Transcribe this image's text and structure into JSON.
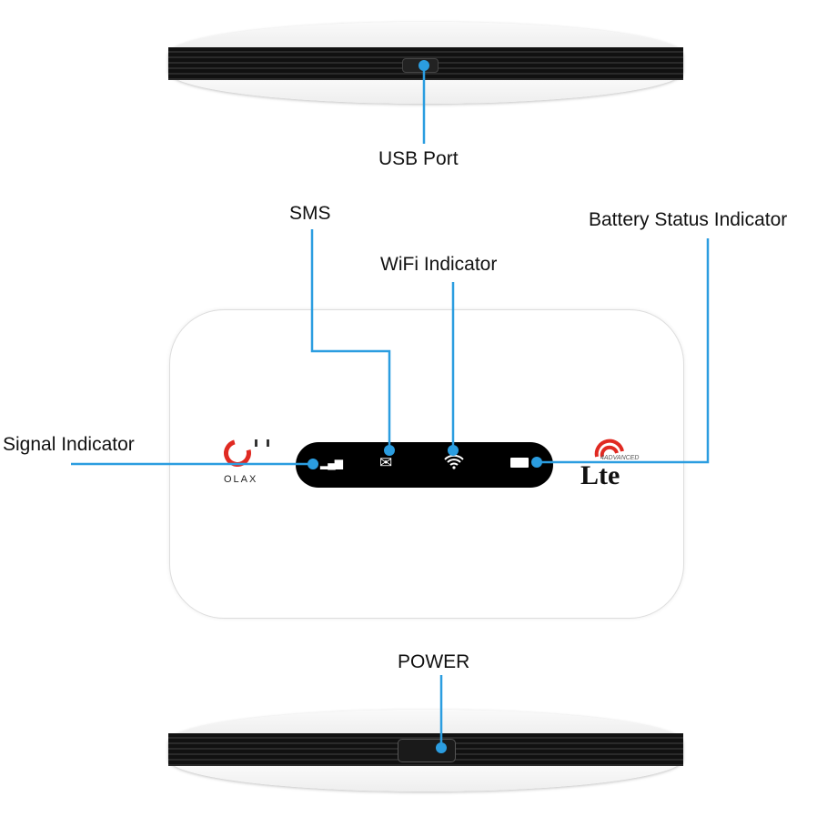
{
  "labels": {
    "usb_port": "USB Port",
    "sms": "SMS",
    "wifi_indicator": "WiFi Indicator",
    "battery_status_indicator": "Battery Status Indicator",
    "signal_indicator": "Signal Indicator",
    "power": "POWER"
  },
  "branding": {
    "logo": "OLAX",
    "lte": "Lte",
    "lte_sub": "4ADVANCED"
  },
  "colors": {
    "callout": "#2b9de0",
    "logo_red": "#e02a22"
  }
}
